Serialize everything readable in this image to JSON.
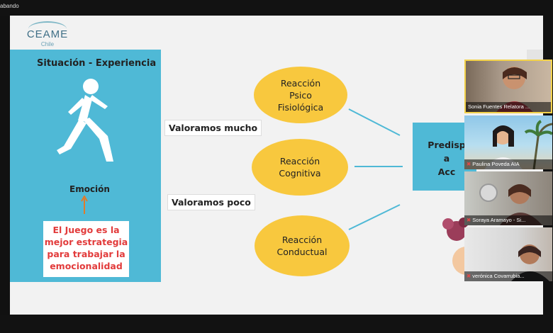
{
  "recording_text": "abando",
  "logo": {
    "name": "CEAME",
    "subtitle": "Chile"
  },
  "blue_box": {
    "title": "Situación - Experiencia",
    "emotion_label": "Emoción",
    "game_text": [
      "El Juego es la",
      "mejor estrategia",
      "para trabajar la",
      "emocionalidad"
    ]
  },
  "labels": {
    "value_high": "Valoramos mucho",
    "value_low": "Valoramos poco"
  },
  "reactions": [
    {
      "lines": [
        "Reacción",
        "Psico",
        "Fisiológica"
      ]
    },
    {
      "lines": [
        "Reacción",
        "Cognitiva"
      ]
    },
    {
      "lines": [
        "Reacción",
        "Conductual"
      ]
    }
  ],
  "predisposition": {
    "lines": [
      "Predisp",
      "a",
      "Acc"
    ]
  },
  "participants": [
    {
      "name": "Sonia Fuentes Relatora ...",
      "muted": false,
      "active_speaker": true
    },
    {
      "name": "Paulina Poveda AIA",
      "muted": true,
      "active_speaker": false
    },
    {
      "name": "Soraya Aramayo - Si...",
      "muted": true,
      "active_speaker": false
    },
    {
      "name": "verónica Covarrubia...",
      "muted": true,
      "active_speaker": false
    }
  ],
  "colors": {
    "slide_blue": "#4fb9d6",
    "oval_yellow": "#f8c83e",
    "red_text": "#e23b3b",
    "speaker_border": "#f3d24a"
  }
}
